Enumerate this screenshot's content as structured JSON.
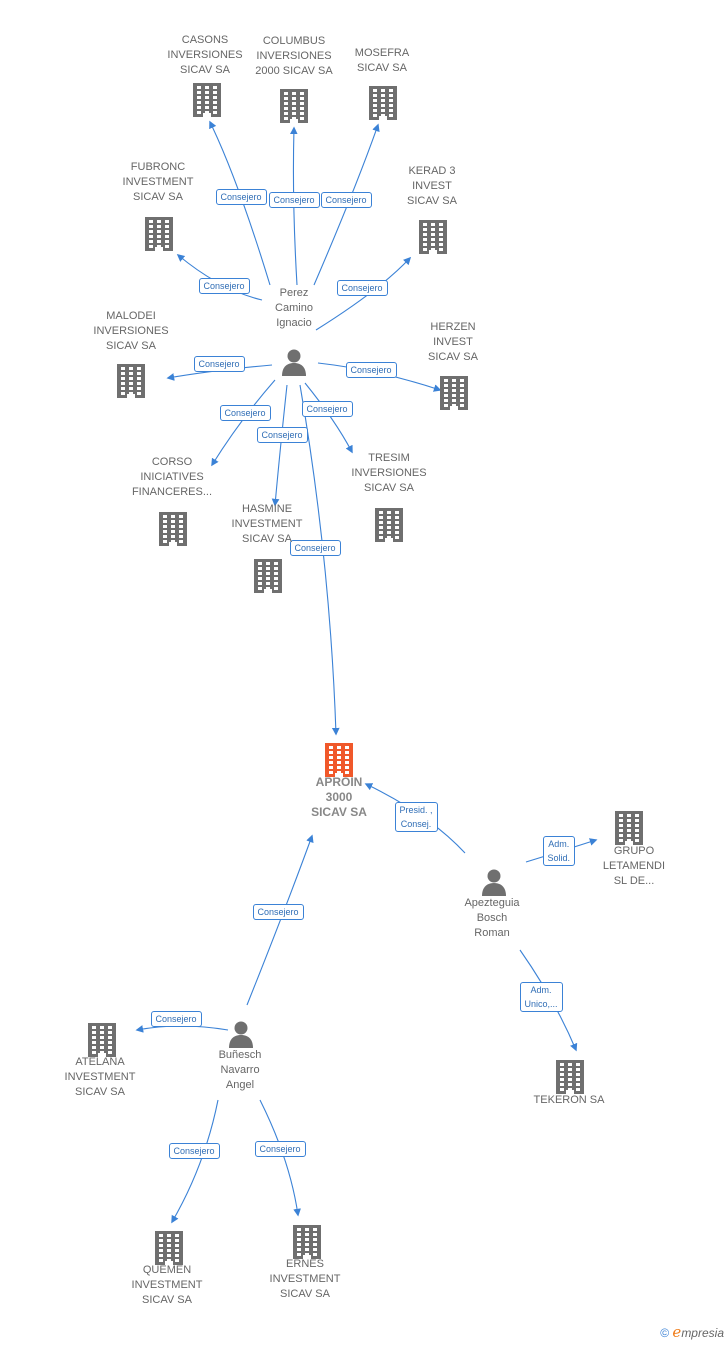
{
  "colors": {
    "company": "#6f6f6f",
    "focus_company": "#f0582a",
    "person": "#6f6f6f",
    "edge": "#3b82d6"
  },
  "nodes": [
    {
      "id": "casons",
      "type": "company",
      "label": "CASONS\nINVERSIONES\nSICAV SA"
    },
    {
      "id": "columbus",
      "type": "company",
      "label": "COLUMBUS\nINVERSIONES\n2000 SICAV SA"
    },
    {
      "id": "mosefra",
      "type": "company",
      "label": "MOSEFRA\nSICAV SA"
    },
    {
      "id": "fubronc",
      "type": "company",
      "label": "FUBRONC\nINVESTMENT\nSICAV SA"
    },
    {
      "id": "kerad",
      "type": "company",
      "label": "KERAD 3\nINVEST\nSICAV SA"
    },
    {
      "id": "perez",
      "type": "person",
      "label": "Perez\nCamino\nIgnacio"
    },
    {
      "id": "malodei",
      "type": "company",
      "label": "MALODEI\nINVERSIONES\nSICAV SA"
    },
    {
      "id": "herzen",
      "type": "company",
      "label": "HERZEN\nINVEST\nSICAV SA"
    },
    {
      "id": "corso",
      "type": "company",
      "label": "CORSO\nINICIATIVES\nFINANCERES..."
    },
    {
      "id": "tresim",
      "type": "company",
      "label": "TRESIM\nINVERSIONES\nSICAV SA"
    },
    {
      "id": "hasmine",
      "type": "company",
      "label": "HASMINE\nINVESTMENT\nSICAV SA"
    },
    {
      "id": "aproin",
      "type": "focus",
      "label": "APROIN\n3000\nSICAV SA"
    },
    {
      "id": "grupo",
      "type": "company",
      "label": "GRUPO\nLETAMENDI\nSL DE..."
    },
    {
      "id": "apezteguia",
      "type": "person",
      "label": "Apezteguia\nBosch\nRoman"
    },
    {
      "id": "atelana",
      "type": "company",
      "label": "ATELANA\nINVESTMENT\nSICAV SA"
    },
    {
      "id": "bunesch",
      "type": "person",
      "label": "Buñesch\nNavarro\nAngel"
    },
    {
      "id": "tekeron",
      "type": "company",
      "label": "TEKERON SA"
    },
    {
      "id": "quemen",
      "type": "company",
      "label": "QUEMEN\nINVESTMENT\nSICAV SA"
    },
    {
      "id": "ernes",
      "type": "company",
      "label": "ERNES\nINVESTMENT\nSICAV SA"
    }
  ],
  "edges": [
    {
      "from": "perez",
      "to": "casons",
      "label": "Consejero"
    },
    {
      "from": "perez",
      "to": "columbus",
      "label": "Consejero"
    },
    {
      "from": "perez",
      "to": "mosefra",
      "label": "Consejero"
    },
    {
      "from": "perez",
      "to": "fubronc",
      "label": "Consejero"
    },
    {
      "from": "perez",
      "to": "kerad",
      "label": "Consejero"
    },
    {
      "from": "perez",
      "to": "malodei",
      "label": "Consejero"
    },
    {
      "from": "perez",
      "to": "herzen",
      "label": "Consejero"
    },
    {
      "from": "perez",
      "to": "corso",
      "label": "Consejero"
    },
    {
      "from": "perez",
      "to": "tresim",
      "label": "Consejero"
    },
    {
      "from": "perez",
      "to": "hasmine",
      "label": "Consejero"
    },
    {
      "from": "perez",
      "to": "aproin",
      "label": "Consejero"
    },
    {
      "from": "apezteguia",
      "to": "aproin",
      "label": "Presid. ,\nConsej."
    },
    {
      "from": "apezteguia",
      "to": "grupo",
      "label": "Adm.\nSolid."
    },
    {
      "from": "apezteguia",
      "to": "tekeron",
      "label": "Adm.\nUnico,..."
    },
    {
      "from": "bunesch",
      "to": "aproin",
      "label": "Consejero"
    },
    {
      "from": "bunesch",
      "to": "atelana",
      "label": "Consejero"
    },
    {
      "from": "bunesch",
      "to": "quemen",
      "label": "Consejero"
    },
    {
      "from": "bunesch",
      "to": "ernes",
      "label": "Consejero"
    }
  ],
  "footer": {
    "copyright": "©",
    "brand_initial": "e",
    "brand_rest": "mpresia"
  }
}
